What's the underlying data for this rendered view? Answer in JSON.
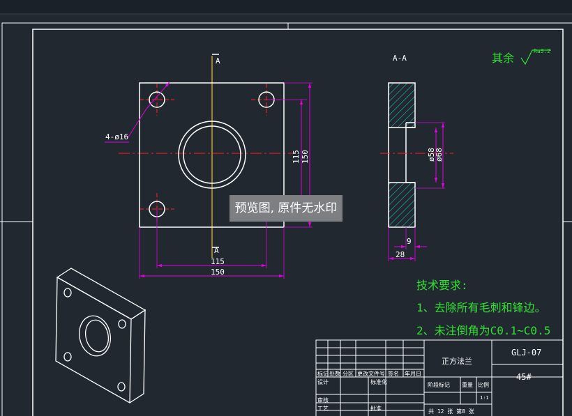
{
  "section_label": "A-A",
  "cut_top": "A",
  "cut_bottom": "A",
  "surface_finish": {
    "prefix": "其余",
    "value": "Ra3.2"
  },
  "dimensions": {
    "holes": "4-ø16",
    "hole_pitch_v": "115",
    "width_v": "150",
    "hole_pitch_h": "115",
    "width_h": "150",
    "bore_inner": "ø58",
    "bore_outer": "ø68",
    "counterbore_depth": "9",
    "thickness": "28"
  },
  "tech_requirements": {
    "title": "技术要求:",
    "items": [
      "1、去除所有毛刺和锋边。",
      "2、未注倒角为C0.1~C0.5"
    ]
  },
  "title_block": {
    "part_name": "正方法兰",
    "drawing_no": "GLJ-07",
    "material": "45#",
    "headers": [
      "标记",
      "处数",
      "分区",
      "更改文件号",
      "签名",
      "年月日"
    ],
    "design_label": "设计",
    "standardize_label": "标准化",
    "review_label": "审核",
    "process_label": "工艺",
    "approve_label": "批准",
    "stage_label": "阶段标记",
    "weight_label": "重量",
    "scale_label": "比例",
    "scale_value": "1:1",
    "sheet_info": "共 12 张 第8 张"
  },
  "watermark": "预览图, 原件无水印",
  "colors": {
    "background": "#212830",
    "lines": "#ffffff",
    "dimensions": "#e000e0",
    "centerlines": "#ff2020",
    "section_line": "#e8c020",
    "hatch": "#20b0b0",
    "notes": "#30e030"
  }
}
